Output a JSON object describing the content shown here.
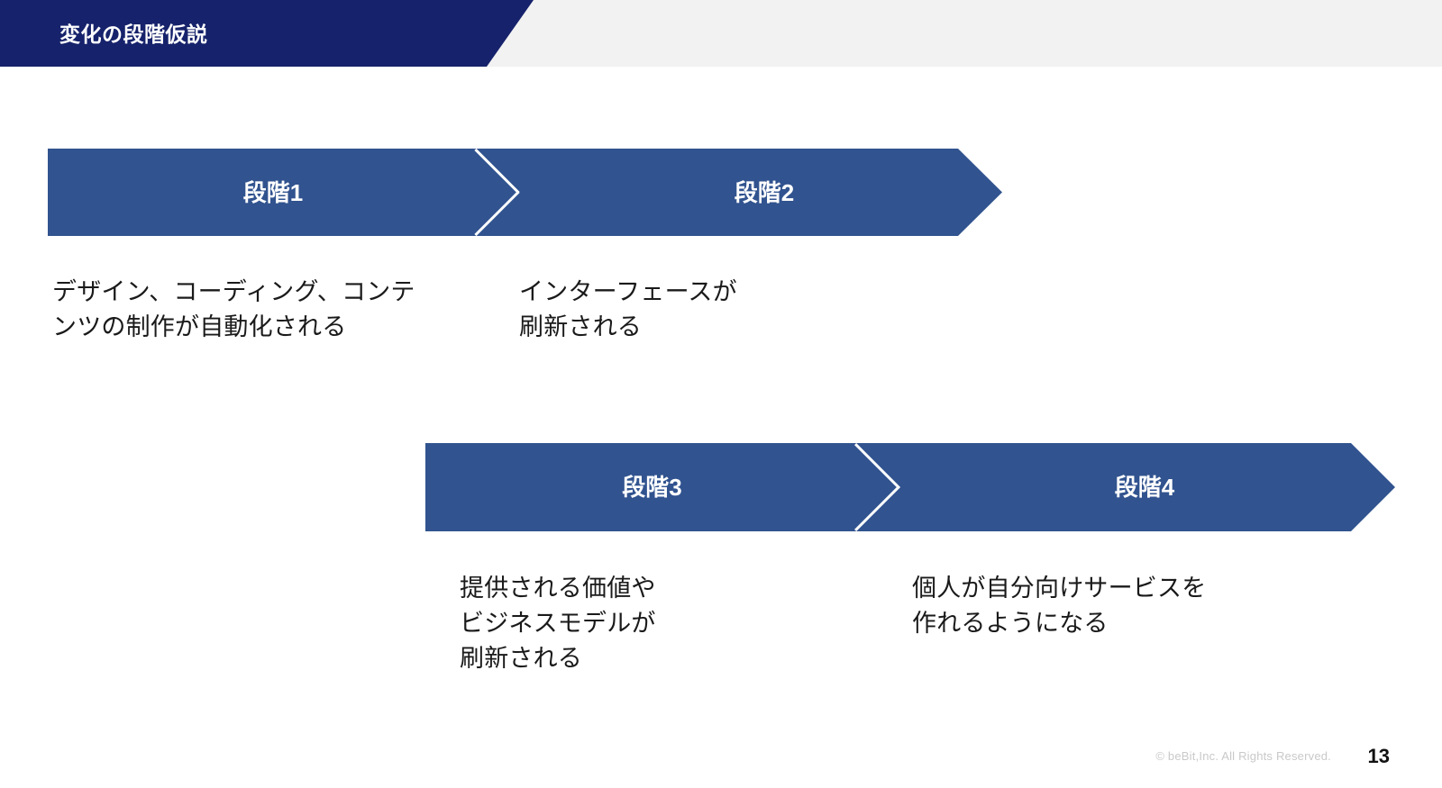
{
  "slide": {
    "title": "変化の段階仮説",
    "banner_color": "#16226b",
    "strip_color": "#f2f2f2",
    "arrow_color": "#31538f",
    "background": "#ffffff"
  },
  "flows": [
    {
      "id": "flow-top",
      "stages": [
        {
          "label": "段階1",
          "caption": "デザイン、コーディング、コンテ\nンツの制作が自動化される"
        },
        {
          "label": "段階2",
          "caption": "インターフェースが\n刷新される"
        }
      ]
    },
    {
      "id": "flow-bottom",
      "stages": [
        {
          "label": "段階3",
          "caption": "提供される価値や\nビジネスモデルが\n刷新される"
        },
        {
          "label": "段階4",
          "caption": "個人が自分向けサービスを\n作れるようになる"
        }
      ]
    }
  ],
  "footer": {
    "copyright": "© beBit,Inc. All Rights Reserved.",
    "page_number": "13"
  }
}
